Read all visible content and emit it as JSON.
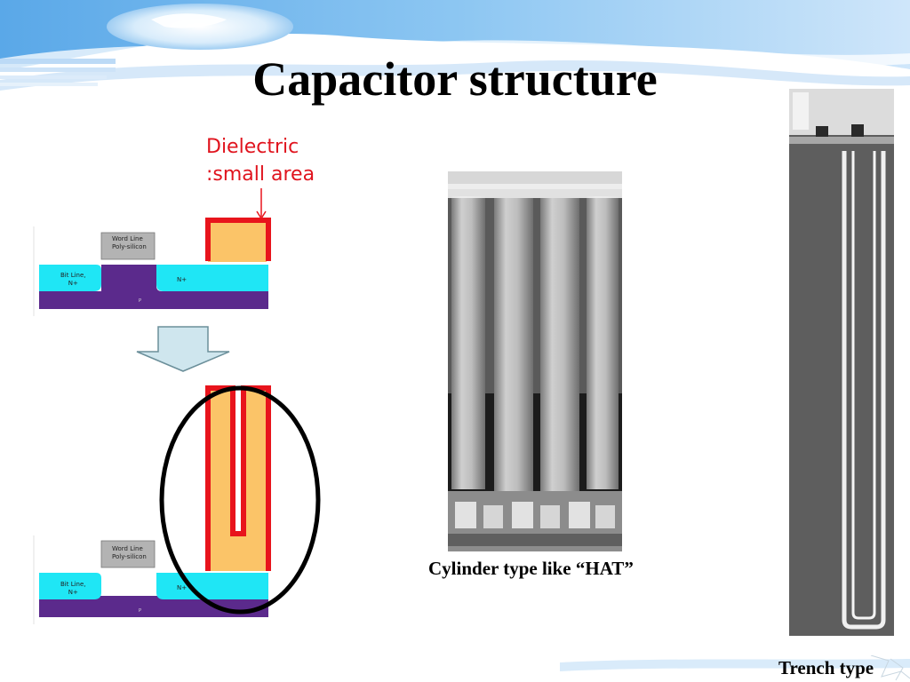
{
  "title": "Capacitor structure",
  "dielectric_note": {
    "line1": "Dielectric",
    "line2": ":small area"
  },
  "cell_diagram": {
    "word_line_line1": "Word Line",
    "word_line_line2": "Poly-silicon",
    "bit_line_line1": "Bit Line,",
    "bit_line_line2": "N+",
    "n_plus": "N+",
    "substrate": "P"
  },
  "captions": {
    "cylinder": "Cylinder type like “HAT”",
    "trench": "Trench type"
  },
  "colors": {
    "accent_red": "#e8141c",
    "capacitor_fill": "#fbc468",
    "n_region": "#1fe6f5",
    "substrate": "#5b2a8c",
    "word_line": "#b3b3b3",
    "ellipse": "#000000"
  }
}
